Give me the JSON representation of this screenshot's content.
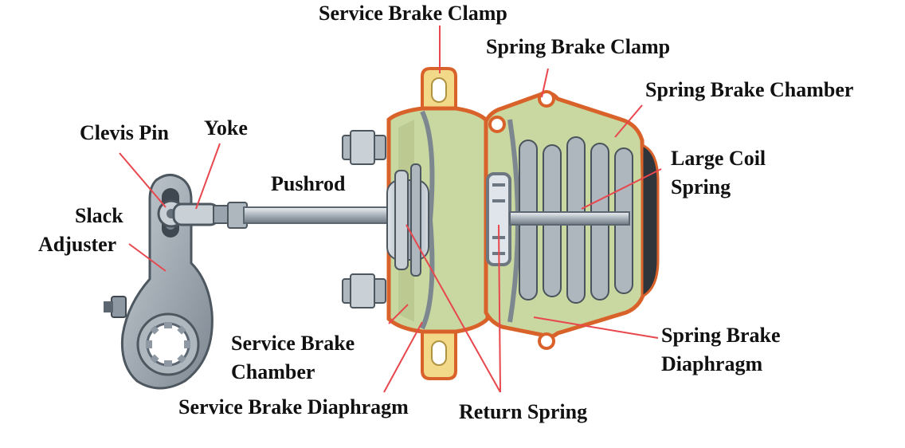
{
  "labels": {
    "service_brake_clamp": "Service Brake Clamp",
    "spring_brake_clamp": "Spring Brake Clamp",
    "spring_brake_chamber": "Spring Brake Chamber",
    "large_coil_spring_1": "Large Coil",
    "large_coil_spring_2": "Spring",
    "clevis_pin": "Clevis Pin",
    "yoke": "Yoke",
    "pushrod": "Pushrod",
    "slack_adjuster_1": "Slack",
    "slack_adjuster_2": "Adjuster",
    "service_brake_chamber_1": "Service Brake",
    "service_brake_chamber_2": "Chamber",
    "service_brake_diaphragm": "Service Brake Diaphragm",
    "return_spring": "Return Spring",
    "spring_brake_diaphragm_1": "Spring Brake",
    "spring_brake_diaphragm_2": "Diaphragm"
  },
  "colors": {
    "leader_line": "#e8474d",
    "housing_outline": "#d9622b",
    "chamber_fill": "#c9d8a0",
    "clamp_fill": "#f2d98a",
    "metal": "#b8c0c8",
    "dark_metal": "#5c6670"
  }
}
